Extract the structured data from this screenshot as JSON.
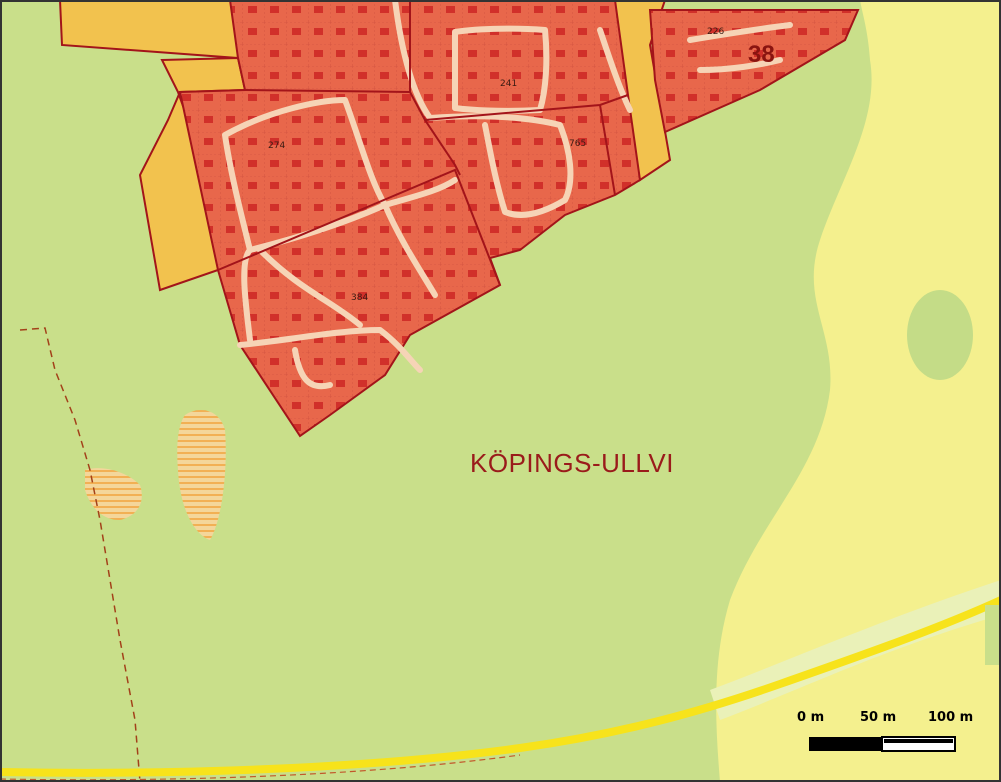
{
  "map": {
    "place_name": "KÖPINGS-ULLVI",
    "area_number": "38",
    "block_labels": {
      "a": "226",
      "b": "241",
      "c": "274",
      "d": "765",
      "e": "384"
    },
    "scale_bar": {
      "label_start": "0 m",
      "label_mid": "50 m",
      "label_end": "100 m"
    },
    "colors": {
      "farmland": "#c9df8a",
      "yellow_zone": "#f4f08e",
      "built_area": "#e8674b",
      "built_outline": "#a3141a",
      "planned_area": "#f2c24e",
      "road": "#f7e31b",
      "street": "#f6d4b6",
      "place_label": "#9a1b1b"
    }
  }
}
